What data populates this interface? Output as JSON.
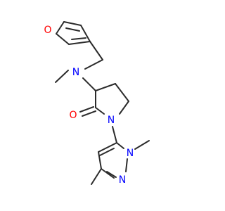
{
  "molecule": {
    "atoms": {
      "furan_o": {
        "label": "O",
        "color": "#ff0000"
      },
      "amine_n": {
        "label": "N",
        "color": "#0000ff"
      },
      "carbonyl_o": {
        "label": "O",
        "color": "#ff0000"
      },
      "ring_n": {
        "label": "N",
        "color": "#0000ff"
      },
      "pyrazole_n1": {
        "label": "N",
        "color": "#0000ff"
      },
      "pyrazole_n2": {
        "label": "N",
        "color": "#0000ff"
      }
    },
    "bond_color": "#2b2b2b"
  }
}
